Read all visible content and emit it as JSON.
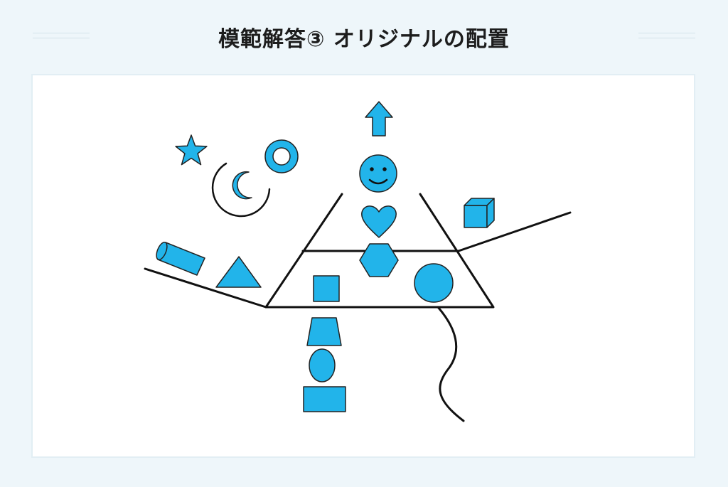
{
  "header": {
    "title": "模範解答③ オリジナルの配置"
  },
  "colors": {
    "shape_fill": "#22b4ea",
    "line": "#111111",
    "background": "#eef6fa",
    "panel": "#ffffff"
  },
  "diagram": {
    "shapes": [
      "star",
      "crescent-moon",
      "ring",
      "up-arrow",
      "smiley-face",
      "heart",
      "cube",
      "cylinder",
      "triangle",
      "hexagon",
      "square",
      "circle",
      "trapezoid",
      "ellipse",
      "rectangle"
    ]
  }
}
